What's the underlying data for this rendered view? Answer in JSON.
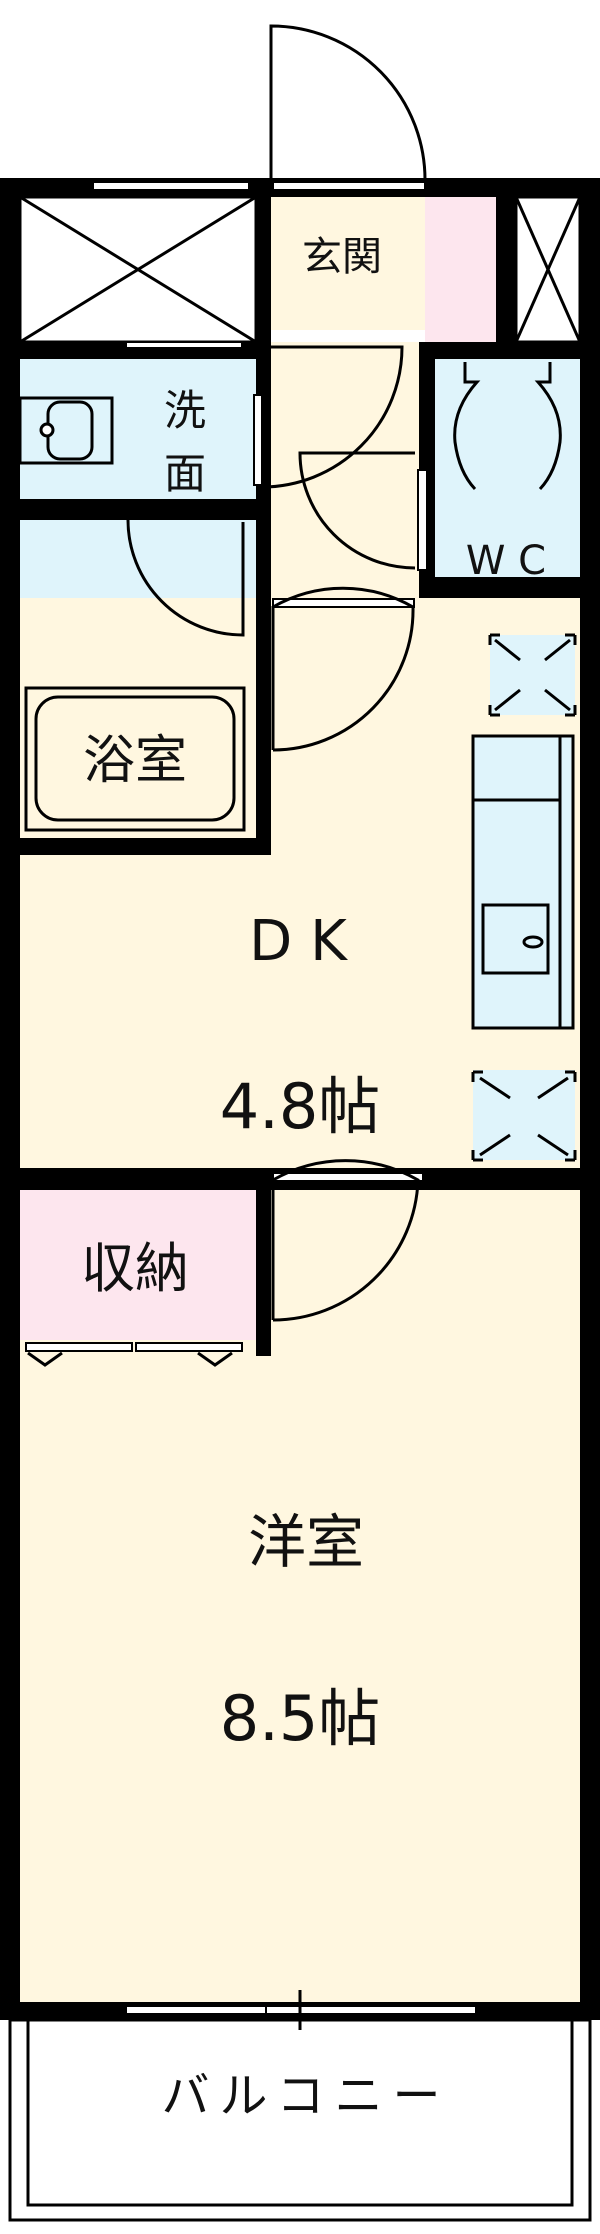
{
  "colors": {
    "wall": "#000000",
    "room": "#fff7e0",
    "wet": "#dff4fb",
    "storage": "#fde6ee"
  },
  "rooms": {
    "entrance": "玄関",
    "washroom_line1": "洗",
    "washroom_line2": "面",
    "toilet": "W C",
    "bath": "浴室",
    "dk_name": "D K",
    "dk_size": "4.8帖",
    "closet": "収納",
    "western": "洋室",
    "western_size": "8.5帖",
    "balcony": "バルコニー"
  }
}
